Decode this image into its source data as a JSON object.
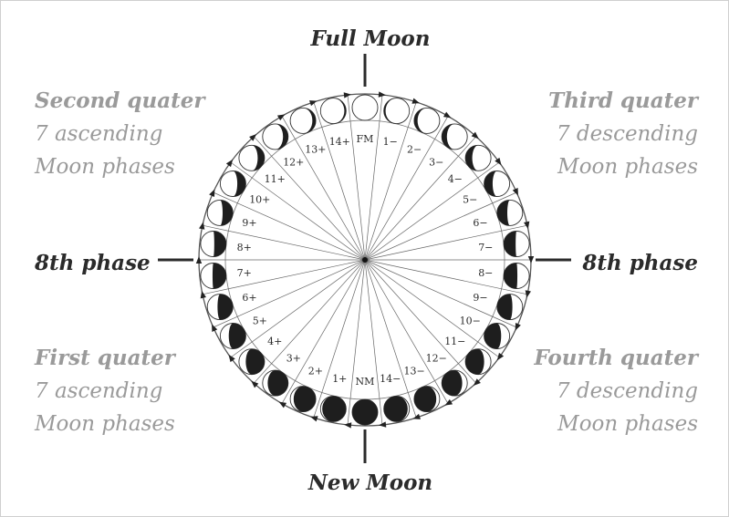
{
  "title_top": "Full Moon",
  "title_bottom": "New Moon",
  "left_phase": "8th phase",
  "right_phase": "8th phase",
  "second_quarter": {
    "title": "Second quater",
    "line1": "7 ascending",
    "line2": "Moon phases"
  },
  "third_quarter": {
    "title": "Third quater",
    "line1": "7 descending",
    "line2": "Moon phases"
  },
  "first_quarter": {
    "title": "First quater",
    "line1": "7 ascending",
    "line2": "Moon phases"
  },
  "fourth_quarter": {
    "title": "Fourth quater",
    "line1": "7 descending",
    "line2": "Moon phases"
  },
  "phase_labels": [
    "FM",
    "1−",
    "2−",
    "3−",
    "4−",
    "5−",
    "6−",
    "7−",
    "8−",
    "9−",
    "10−",
    "11−",
    "12−",
    "13−",
    "14−",
    "NM",
    "1+",
    "2+",
    "3+",
    "4+",
    "5+",
    "6+",
    "7+",
    "8+",
    "9+",
    "10+",
    "11+",
    "12+",
    "13+",
    "14+"
  ],
  "colors": {
    "dark": "#2b2b2b",
    "grey": "#9a9a9a",
    "line": "#555555"
  }
}
